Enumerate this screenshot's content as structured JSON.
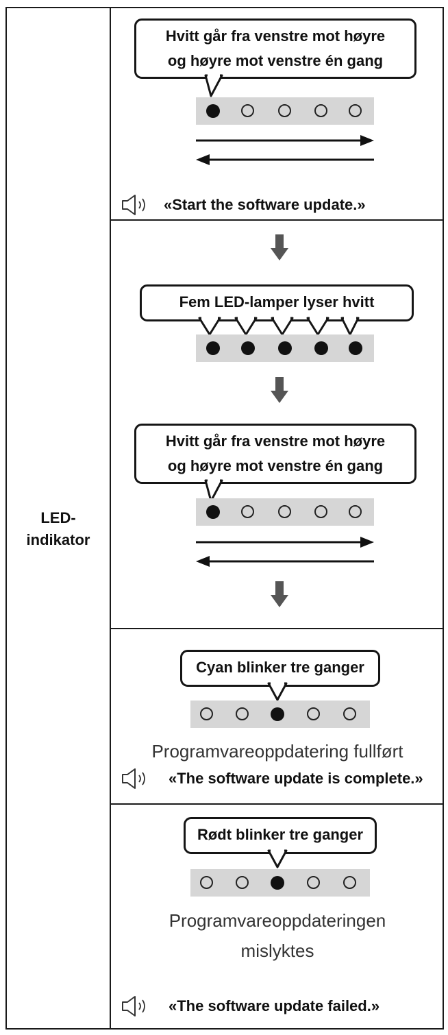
{
  "row_label": [
    "LED-",
    "indikator"
  ],
  "sections": [
    {
      "bubble": [
        "Hvitt går fra venstre mot høyre",
        "og høyre mot venstre én gang"
      ],
      "voice": "«Start the software update.»"
    },
    {
      "bubble_a": [
        "Fem LED-lamper lyser hvitt"
      ],
      "bubble_b": [
        "Hvitt går fra venstre mot høyre",
        "og høyre mot venstre én gang"
      ]
    },
    {
      "bubble": [
        "Cyan blinker tre ganger"
      ],
      "status": [
        "Programvareoppdatering fullført"
      ],
      "voice": "«The software update is complete.»"
    },
    {
      "bubble": [
        "Rødt blinker tre ganger"
      ],
      "status": [
        "Programvareoppdateringen",
        "mislyktes"
      ],
      "voice": "«The software update failed.»"
    }
  ],
  "icons": {
    "speaker": "speaker-sound-icon",
    "arrow": "down-arrow-icon",
    "sweep": "left-right-arrows-icon"
  },
  "colors": {
    "strip": "#d6d6d6",
    "ink": "#111111",
    "arrow": "#555555"
  }
}
